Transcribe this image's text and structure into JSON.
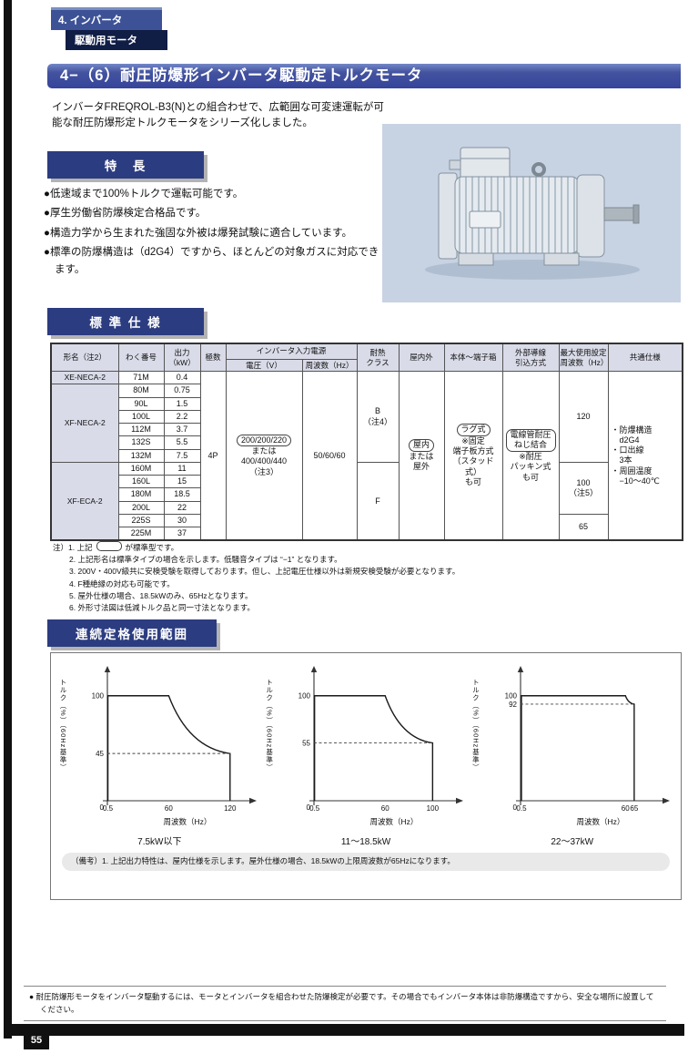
{
  "page": {
    "tab_line1": "4. インバータ",
    "tab_line2": "駆動用モータ",
    "title": "4−（6）耐圧防爆形インバータ駆動定トルクモータ",
    "intro": "インバータFREQROL-B3(N)との組合わせで、広範囲な可変速運転が可能な耐圧防爆形定トルクモータをシリーズ化しました。",
    "page_number": "55"
  },
  "ui": {
    "bullet": "●"
  },
  "sections": {
    "features_title": "特　長",
    "specs_title": "標 準 仕 様",
    "range_title": "連続定格使用範囲"
  },
  "features": [
    "低速域まで100%トルクで運転可能です。",
    "厚生労働省防爆検定合格品です。",
    "構造力学から生まれた強固な外被は爆発試験に適合しています。",
    "標準の防爆構造は（d2G4）ですから、ほとんどの対象ガスに対応できます。"
  ],
  "table": {
    "header": {
      "model": "形名（注2）",
      "frame": "わく番号",
      "output": "出力\n（kW）",
      "poles": "極数",
      "power": "インバータ入力電源",
      "voltage": "電圧（V）",
      "frequency": "周波数（Hz）",
      "heat": "耐熱\nクラス",
      "location": "屋内外",
      "terminal": "本体～端子箱",
      "lead": "外部導線\n引込方式",
      "maxfreq": "最大使用設定\n周波数（Hz）",
      "common": "共通仕様"
    },
    "models": [
      "XE-NECA-2",
      "XF-NECA-2",
      "XF-ECA-2"
    ],
    "rows": [
      {
        "frame": "71M",
        "kw": "0.4"
      },
      {
        "frame": "80M",
        "kw": "0.75"
      },
      {
        "frame": "90L",
        "kw": "1.5"
      },
      {
        "frame": "100L",
        "kw": "2.2"
      },
      {
        "frame": "112M",
        "kw": "3.7"
      },
      {
        "frame": "132S",
        "kw": "5.5"
      },
      {
        "frame": "132M",
        "kw": "7.5"
      },
      {
        "frame": "160M",
        "kw": "11"
      },
      {
        "frame": "160L",
        "kw": "15"
      },
      {
        "frame": "180M",
        "kw": "18.5"
      },
      {
        "frame": "200L",
        "kw": "22"
      },
      {
        "frame": "225S",
        "kw": "30"
      },
      {
        "frame": "225M",
        "kw": "37"
      }
    ],
    "merged": {
      "poles": "4P",
      "voltage_boxed": "200/200/220",
      "voltage_rest": "または\n400/400/440\n（注3）",
      "frequency": "50/60/60",
      "heat_b": "B\n（注4）",
      "heat_f": "F",
      "location_boxed": "屋内",
      "location_rest": "または\n屋外",
      "terminal_boxed": "ラグ式",
      "terminal_rest": "※固定\n端子板方式\n（スタッド式）\nも可",
      "lead_boxed": "電線管耐圧\nねじ結合",
      "lead_rest": "※耐圧\nパッキン式\nも可",
      "maxfreq_120": "120",
      "maxfreq_100": "100\n（注5）",
      "maxfreq_65": "65",
      "common": "・防爆構造\n　d2G4\n・口出線\n　3本\n・周囲温度\n　−10～40℃"
    }
  },
  "notes": {
    "label": "注）",
    "items": [
      {
        "num": "1.",
        "pre": "上記",
        "post": "が標準型です。"
      },
      {
        "num": "2.",
        "text": "上記形名は標準タイプの場合を示します。低騒音タイプは “−1” となります。"
      },
      {
        "num": "3.",
        "text": "200V・400V級共に安検受験を取得しております。但し、上記電圧仕様以外は新規安検受験が必要となります。"
      },
      {
        "num": "4.",
        "text": "F種絶縁の対応も可能です。"
      },
      {
        "num": "5.",
        "text": "屋外仕様の場合、18.5kWのみ、65Hzとなります。"
      },
      {
        "num": "6.",
        "text": "外形寸法図は低減トルク品と同一寸法となります。"
      }
    ]
  },
  "chart_data": [
    {
      "type": "line",
      "title": "7.5kW以下",
      "xlabel": "周波数（Hz）",
      "ylabel": "トルク（%）（60Hz基準）",
      "origin": "0",
      "x_start": 0.5,
      "knee_x": 60,
      "end_x": 120,
      "end_y": 45,
      "top_y": 100,
      "x_axis_max": 130,
      "x_ticks": [
        {
          "v": 0.5,
          "label": "0.5"
        },
        {
          "v": 60,
          "label": "60"
        },
        {
          "v": 120,
          "label": "120"
        }
      ],
      "y_ticks": [
        {
          "v": 100,
          "label": "100"
        },
        {
          "v": 45,
          "label": "45"
        }
      ],
      "series": [
        {
          "name": "torque-limit",
          "points": [
            [
              0.5,
              100
            ],
            [
              60,
              100
            ],
            [
              120,
              45
            ]
          ]
        }
      ],
      "ylim": [
        0,
        110
      ],
      "xlim": [
        0,
        130
      ]
    },
    {
      "type": "line",
      "title": "11～18.5kW",
      "xlabel": "周波数（Hz）",
      "ylabel": "トルク（%）（60Hz基準）",
      "origin": "0",
      "x_start": 0.5,
      "knee_x": 60,
      "end_x": 100,
      "end_y": 55,
      "top_y": 100,
      "x_axis_max": 112,
      "x_ticks": [
        {
          "v": 0.5,
          "label": "0.5"
        },
        {
          "v": 60,
          "label": "60"
        },
        {
          "v": 100,
          "label": "100"
        }
      ],
      "y_ticks": [
        {
          "v": 100,
          "label": "100"
        },
        {
          "v": 55,
          "label": "55"
        }
      ],
      "series": [
        {
          "name": "torque-limit",
          "points": [
            [
              0.5,
              100
            ],
            [
              60,
              100
            ],
            [
              100,
              55
            ]
          ]
        }
      ],
      "ylim": [
        0,
        110
      ],
      "xlim": [
        0,
        112
      ]
    },
    {
      "type": "line",
      "title": "22～37kW",
      "xlabel": "周波数（Hz）",
      "ylabel": "トルク（%）（60Hz基準）",
      "origin": "0",
      "x_start": 0.5,
      "knee_x": 60,
      "end_x": 65,
      "end_y": 92,
      "top_y": 100,
      "x_axis_max": 76,
      "x_ticks": [
        {
          "v": 0.5,
          "label": "0.5"
        },
        {
          "v": 60,
          "label": "60"
        },
        {
          "v": 65,
          "label": "65"
        }
      ],
      "y_ticks": [
        {
          "v": 100,
          "label": "100"
        },
        {
          "v": 92,
          "label": "92"
        }
      ],
      "series": [
        {
          "name": "torque-limit",
          "points": [
            [
              0.5,
              100
            ],
            [
              60,
              100
            ],
            [
              65,
              92
            ]
          ]
        }
      ],
      "ylim": [
        0,
        110
      ],
      "xlim": [
        0,
        76
      ]
    }
  ],
  "remark": "（備考）1. 上記出力特性は、屋内仕様を示します。屋外仕様の場合、18.5kWの上限周波数が65Hzになります。",
  "bottom_note": "耐圧防爆形モータをインバータ駆動するには、モータとインバータを組合わせた防爆検定が必要です。その場合でもインバータ本体は非防爆構造ですから、安全な場所に設置してください。"
}
